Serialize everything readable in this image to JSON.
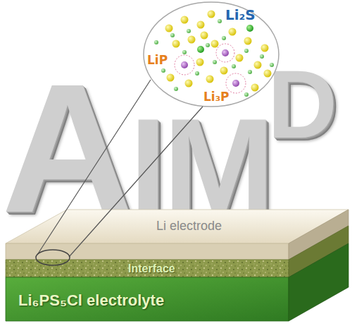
{
  "diagram": {
    "nodes": [
      {
        "text": [
          "Li₂S",
          "LiP",
          "Li₃P"
        ]
      },
      {
        "text": [
          "Li electrode"
        ]
      },
      {
        "text": [
          "Interface"
        ]
      },
      {
        "text": [
          "Li₆PS₅Cl electrolyte"
        ]
      }
    ],
    "labels": [
      "A",
      "I",
      "M",
      "D"
    ]
  }
}
